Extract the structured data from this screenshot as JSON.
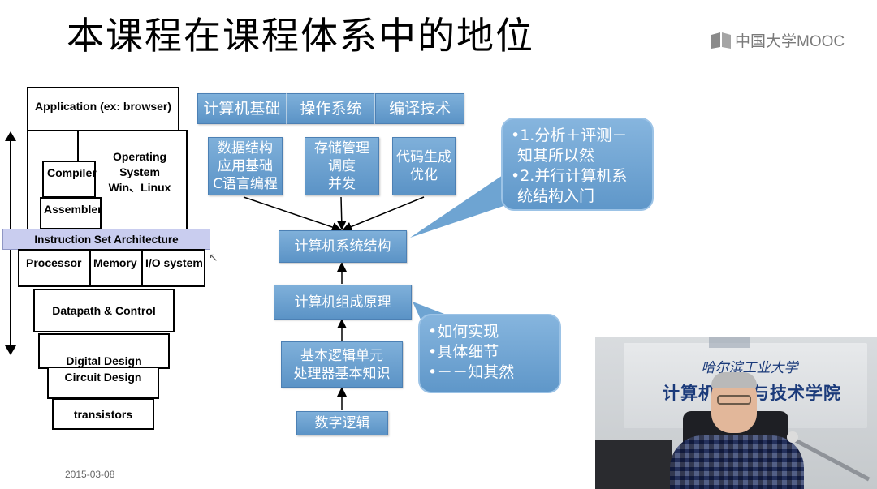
{
  "slide": {
    "title": "本课程在课程体系中的地位",
    "date": "2015-03-08"
  },
  "logo": {
    "text": "中国大学MOOC"
  },
  "architecture": {
    "application": "Application (ex: browser)",
    "operating_system": [
      "Operating",
      "System",
      "Win、Linux"
    ],
    "compiler": "Compiler",
    "assembler": "Assembler",
    "isa": "Instruction  Set Architecture",
    "processor": "Processor",
    "memory": "Memory",
    "io": "I/O system",
    "datapath": "Datapath & Control",
    "digital": "Digital  Design",
    "circuit": "Circuit Design",
    "transistors": "transistors"
  },
  "courses": {
    "top_bar": [
      "计算机基础",
      "操作系统",
      "编译技术"
    ],
    "data_structures": [
      "数据结构",
      "应用基础",
      "C语言编程"
    ],
    "os_details": [
      "存储管理",
      "调度",
      "并发"
    ],
    "compiler_details": [
      "代码生成",
      "优化"
    ],
    "architecture": "计算机系统结构",
    "organization": "计算机组成原理",
    "logic_units": [
      "基本逻辑单元",
      "处理器基本知识"
    ],
    "digital_logic": "数字逻辑"
  },
  "callouts": {
    "top": [
      "•1.分析＋评测－",
      "知其所以然",
      "•2.并行计算机系",
      "统结构入门"
    ],
    "bottom": [
      "•如何实现",
      "•具体细节",
      "•－－知其然"
    ]
  },
  "video": {
    "banner_line1": "哈尔滨工业大学",
    "banner_line2": "计算机科学与技术学院"
  }
}
